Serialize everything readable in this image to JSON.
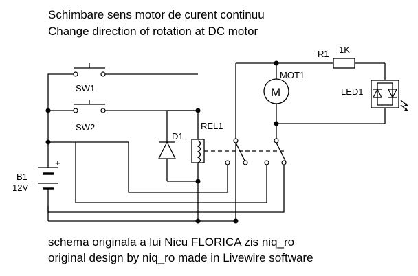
{
  "title": {
    "line1": "Schimbare sens motor de curent continuu",
    "line2": "Change direction of rotation at DC motor"
  },
  "footer": {
    "line1": "schema originala a lui Nicu FLORICA zis niq_ro",
    "line2": "original design by niq_ro made in Livewire software"
  },
  "components": {
    "sw1": "SW1",
    "sw2": "SW2",
    "d1": "D1",
    "rel1": "REL1",
    "mot1": "MOT1",
    "motor_symbol": "M",
    "r1": "R1",
    "r1_value": "1K",
    "led1": "LED1",
    "b1": "B1",
    "b1_value": "12V",
    "battery_plus": "+"
  },
  "colors": {
    "wire": "#000000",
    "background": "#ffffff"
  }
}
